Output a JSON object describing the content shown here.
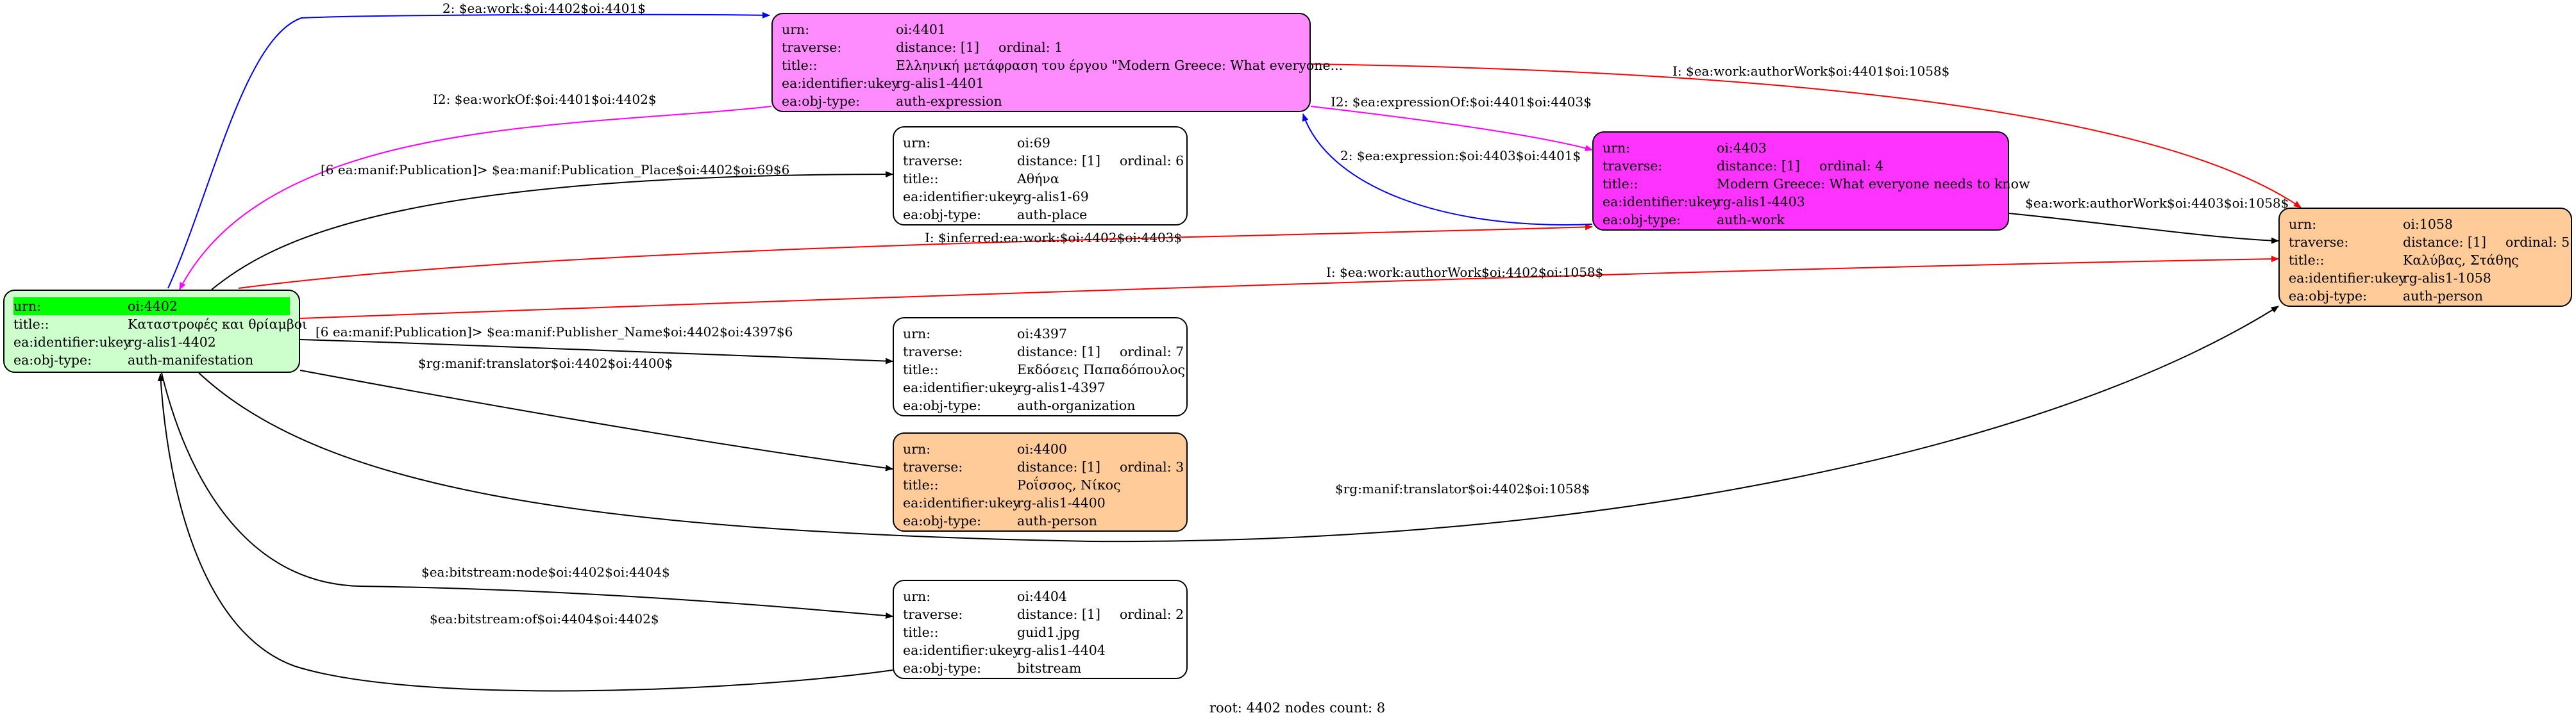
{
  "footer": "root: 4402 nodes count: 8",
  "nodes": {
    "n4401": {
      "bg": "#ff8cff",
      "urn_key": "urn:",
      "urn": "oi:4401",
      "traverse_key": "traverse:",
      "traverse": "distance: [1]",
      "ordinal": "ordinal: 1",
      "title_key": "title::",
      "title": "Ελληνική μετάφραση του έργου \"Modern Greece: What everyone...",
      "ukey_key": "ea:identifier:ukey",
      "ukey": "rg-alis1-4401",
      "type_key": "ea:obj-type:",
      "type": "auth-expression"
    },
    "n69": {
      "bg": "#ffffff",
      "urn_key": "urn:",
      "urn": "oi:69",
      "traverse_key": "traverse:",
      "traverse": "distance: [1]",
      "ordinal": "ordinal: 6",
      "title_key": "title::",
      "title": "Αθήνα",
      "ukey_key": "ea:identifier:ukey",
      "ukey": "rg-alis1-69",
      "type_key": "ea:obj-type:",
      "type": "auth-place"
    },
    "n4403": {
      "bg": "#ff33ff",
      "urn_key": "urn:",
      "urn": "oi:4403",
      "traverse_key": "traverse:",
      "traverse": "distance: [1]",
      "ordinal": "ordinal: 4",
      "title_key": "title::",
      "title": "Modern Greece: What everyone needs to know",
      "ukey_key": "ea:identifier:ukey",
      "ukey": "rg-alis1-4403",
      "type_key": "ea:obj-type:",
      "type": "auth-work"
    },
    "n1058": {
      "bg": "#ffcc99",
      "urn_key": "urn:",
      "urn": "oi:1058",
      "traverse_key": "traverse:",
      "traverse": "distance: [1]",
      "ordinal": "ordinal: 5",
      "title_key": "title::",
      "title": "Καλύβας, Στάθης",
      "ukey_key": "ea:identifier:ukey",
      "ukey": "rg-alis1-1058",
      "type_key": "ea:obj-type:",
      "type": "auth-person"
    },
    "n4402": {
      "bg": "#ccffcc",
      "urn_key": "urn:",
      "urn": "oi:4402",
      "title_key": "title::",
      "title": "Καταστροφές και θρίαμβοι",
      "ukey_key": "ea:identifier:ukey",
      "ukey": "rg-alis1-4402",
      "type_key": "ea:obj-type:",
      "type": "auth-manifestation"
    },
    "n4397": {
      "bg": "#ffffff",
      "urn_key": "urn:",
      "urn": "oi:4397",
      "traverse_key": "traverse:",
      "traverse": "distance: [1]",
      "ordinal": "ordinal: 7",
      "title_key": "title::",
      "title": "Εκδόσεις Παπαδόπουλος",
      "ukey_key": "ea:identifier:ukey",
      "ukey": "rg-alis1-4397",
      "type_key": "ea:obj-type:",
      "type": "auth-organization"
    },
    "n4400": {
      "bg": "#ffcc99",
      "urn_key": "urn:",
      "urn": "oi:4400",
      "traverse_key": "traverse:",
      "traverse": "distance: [1]",
      "ordinal": "ordinal: 3",
      "title_key": "title::",
      "title": "Ροΐσσος, Νίκος",
      "ukey_key": "ea:identifier:ukey",
      "ukey": "rg-alis1-4400",
      "type_key": "ea:obj-type:",
      "type": "auth-person"
    },
    "n4404": {
      "bg": "#ffffff",
      "urn_key": "urn:",
      "urn": "oi:4404",
      "traverse_key": "traverse:",
      "traverse": "distance: [1]",
      "ordinal": "ordinal: 2",
      "title_key": "title::",
      "title": "guid1.jpg",
      "ukey_key": "ea:identifier:ukey",
      "ukey": "rg-alis1-4404",
      "type_key": "ea:obj-type:",
      "type": "bitstream"
    }
  },
  "edges": {
    "e1": {
      "label": "2: $ea:work:$oi:4402$oi:4401$",
      "color": "#0000ff"
    },
    "e2": {
      "label": "I2: $ea:workOf:$oi:4401$oi:4402$",
      "color": "#ff00ff"
    },
    "e3": {
      "label": "[6 ea:manif:Publication]> $ea:manif:Publication_Place$oi:4402$oi:69$6",
      "color": "#000000"
    },
    "e4": {
      "label": "I: $inferred:ea:work:$oi:4402$oi:4403$",
      "color": "#ff0000"
    },
    "e5": {
      "label": "I: $ea:work:authorWork$oi:4402$oi:1058$",
      "color": "#ff0000"
    },
    "e6": {
      "label": "[6 ea:manif:Publication]> $ea:manif:Publisher_Name$oi:4402$oi:4397$6",
      "color": "#000000"
    },
    "e7": {
      "label": "$rg:manif:translator$oi:4402$oi:4400$",
      "color": "#000000"
    },
    "e8": {
      "label": "$rg:manif:translator$oi:4402$oi:1058$",
      "color": "#000000"
    },
    "e9": {
      "label": "$ea:bitstream:node$oi:4402$oi:4404$",
      "color": "#000000"
    },
    "e10": {
      "label": "$ea:bitstream:of$oi:4404$oi:4402$",
      "color": "#000000"
    },
    "e11": {
      "label": "I: $ea:work:authorWork$oi:4401$oi:1058$",
      "color": "#ff0000"
    },
    "e12": {
      "label": "I2: $ea:expressionOf:$oi:4401$oi:4403$",
      "color": "#ff00ff"
    },
    "e13": {
      "label": "2: $ea:expression:$oi:4403$oi:4401$",
      "color": "#0000ff"
    },
    "e14": {
      "label": "$ea:work:authorWork$oi:4403$oi:1058$",
      "color": "#000000"
    }
  }
}
